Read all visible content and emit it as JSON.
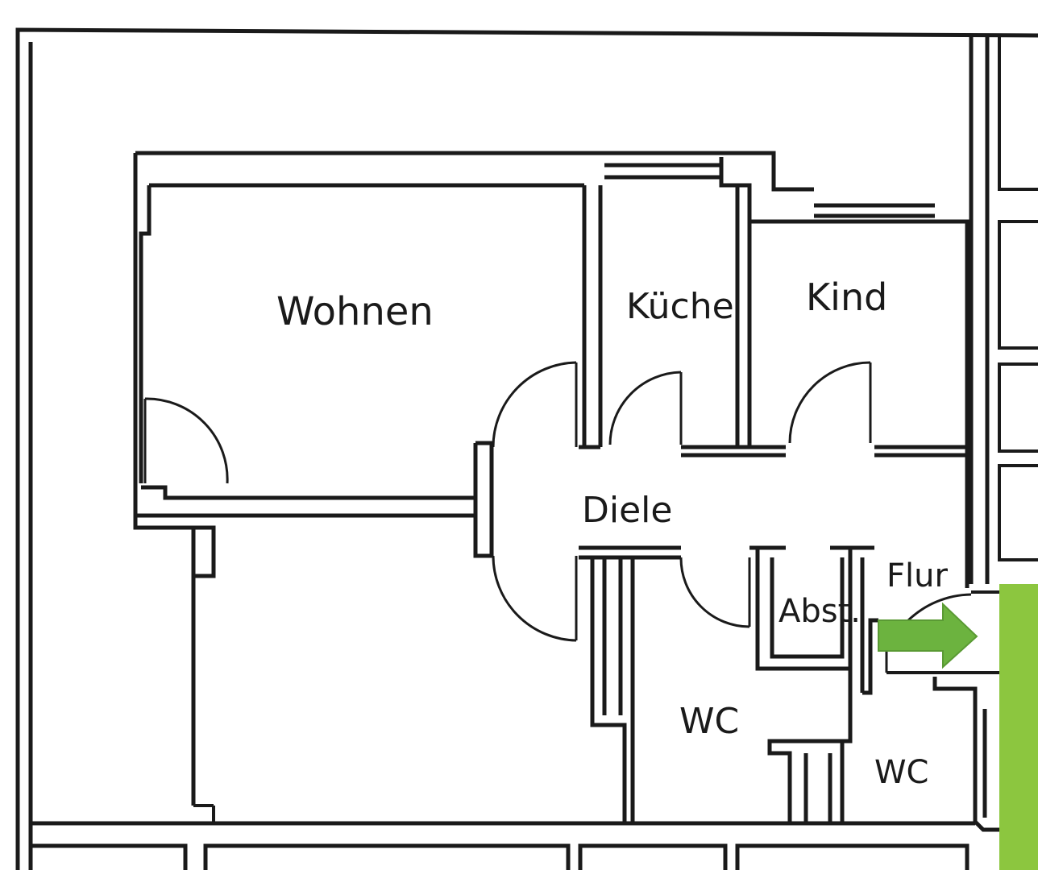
{
  "rooms": {
    "wohnen": "Wohnen",
    "kueche": "Küche",
    "kind": "Kind",
    "diele": "Diele",
    "flur": "Flur",
    "abst": "Abst.",
    "wc_main": "WC",
    "wc_small": "WC"
  },
  "colors": {
    "wall": "#1a1a1a",
    "accent_green": "#8cc63f",
    "arrow_green": "#6cb33f",
    "background": "#ffffff"
  },
  "icons": {
    "entrance": "entrance-arrow-icon"
  }
}
